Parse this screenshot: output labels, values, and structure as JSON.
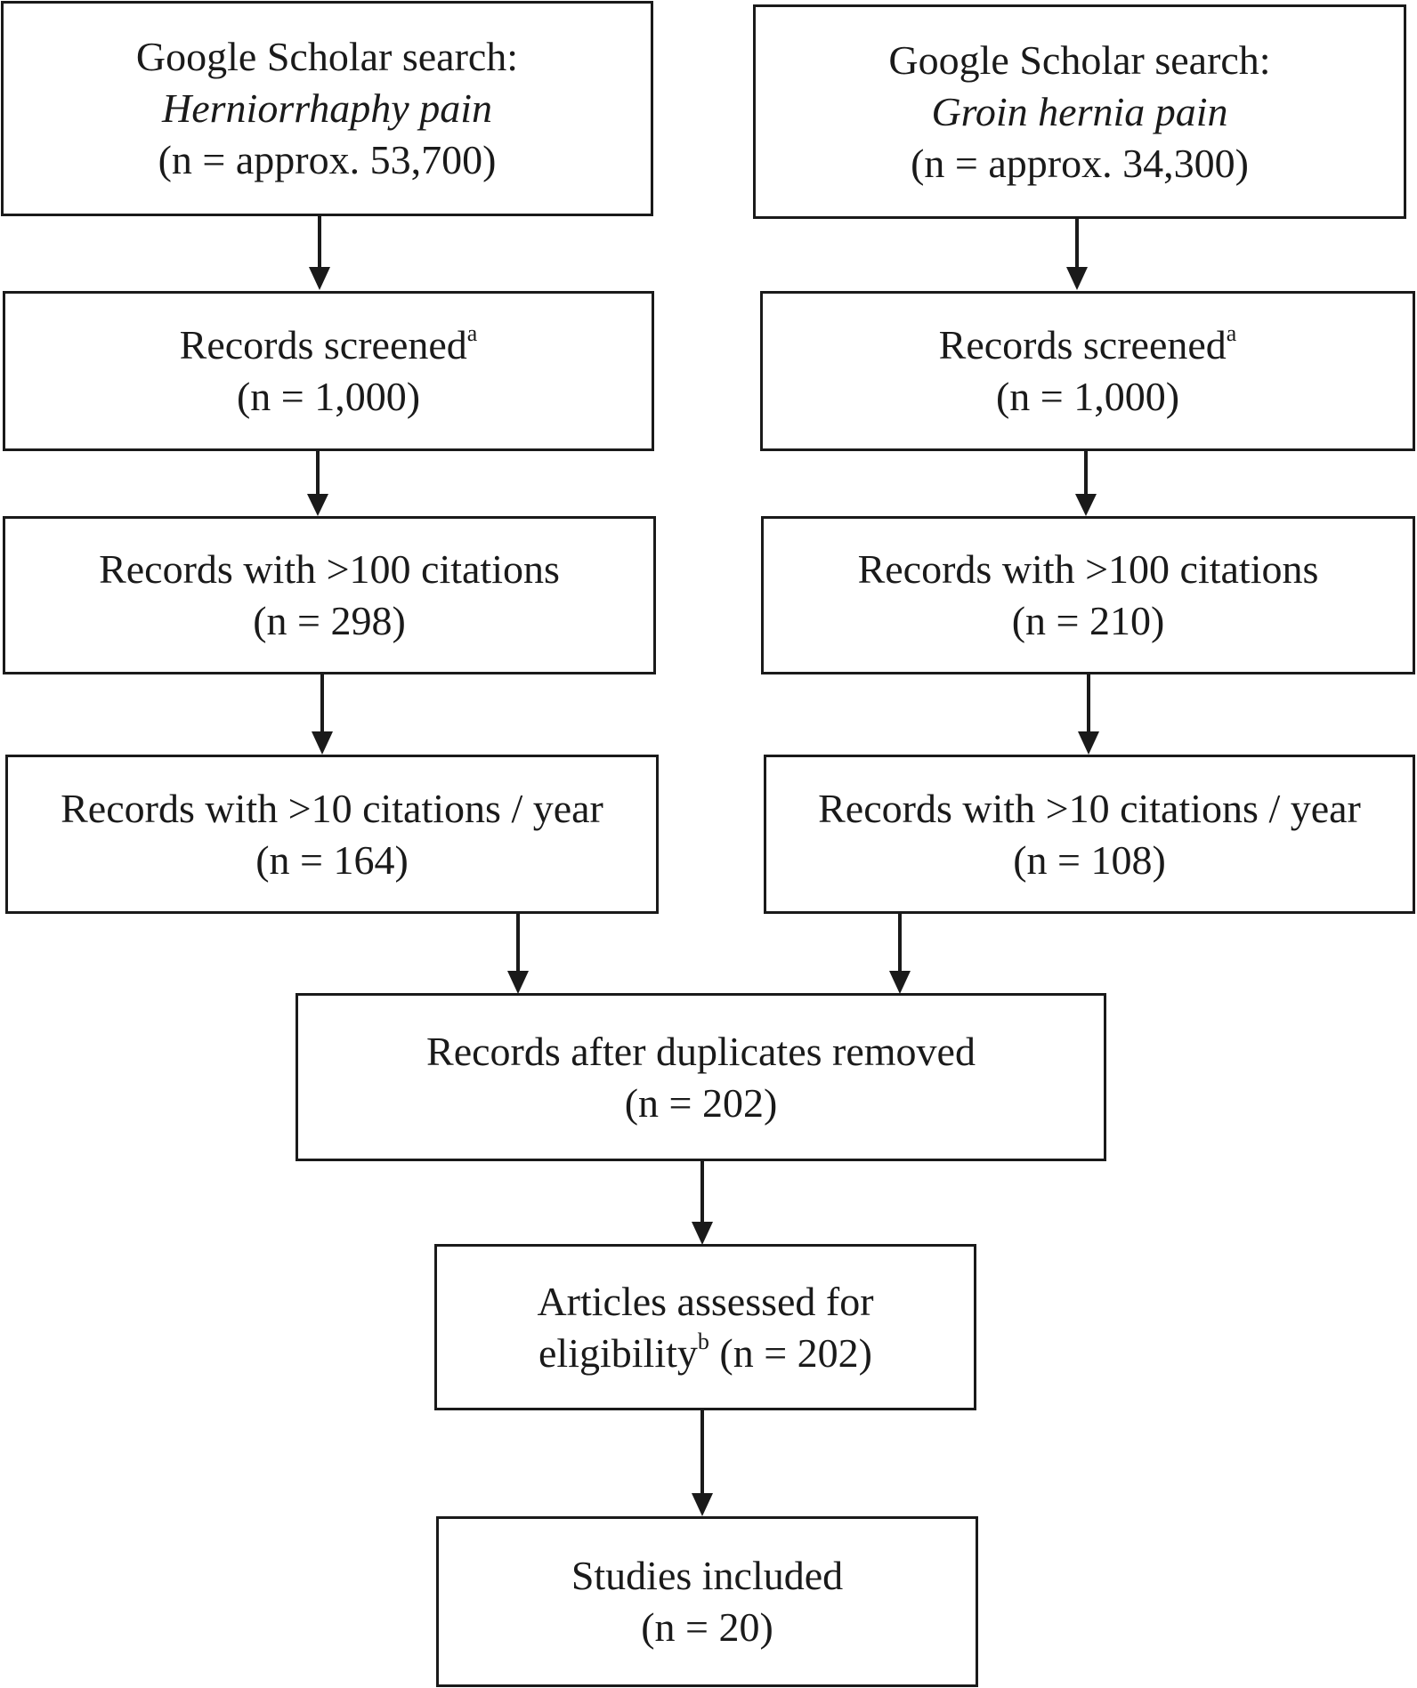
{
  "left_column": {
    "search": {
      "line1": "Google Scholar search:",
      "term": "Herniorrhaphy pain",
      "count": "(n = approx. 53,700)"
    },
    "screened": {
      "label": "Records screened",
      "superscript": "a",
      "count": "(n = 1,000)"
    },
    "citations_100": {
      "label": "Records with >100 citations",
      "count": "(n = 298)"
    },
    "citations_year": {
      "label": "Records with >10 citations / year",
      "count": "(n = 164)"
    }
  },
  "right_column": {
    "search": {
      "line1": "Google Scholar search:",
      "term": "Groin hernia pain",
      "count": "(n = approx. 34,300)"
    },
    "screened": {
      "label": "Records screened",
      "superscript": "a",
      "count": "(n = 1,000)"
    },
    "citations_100": {
      "label": "Records with >100 citations",
      "count": "(n = 210)"
    },
    "citations_year": {
      "label": "Records with >10 citations / year",
      "count": "(n = 108)"
    }
  },
  "merged": {
    "duplicates_removed": {
      "label": "Records after duplicates removed",
      "count": "(n = 202)"
    },
    "eligibility": {
      "line1": "Articles assessed for",
      "label": "eligibility",
      "superscript": "b",
      "count": " (n = 202)"
    },
    "included": {
      "label": "Studies included",
      "count": "(n = 20)"
    }
  },
  "colors": {
    "stroke": "#1a1a1a",
    "background": "#ffffff"
  }
}
